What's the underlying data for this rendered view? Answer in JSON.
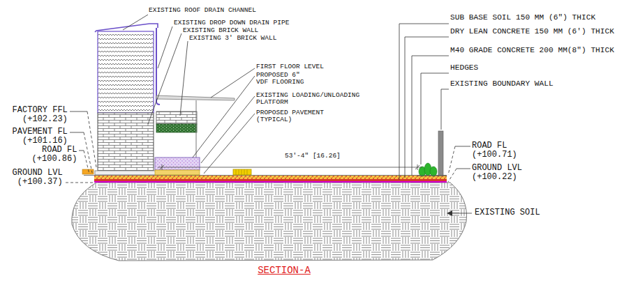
{
  "diagram": {
    "title": "SECTION-A",
    "labels": [
      "EXISTING ROOF DRAIN CHANNEL",
      "EXISTING DROP DOWN DRAIN PIPE",
      "EXISTING BRICK WALL",
      "EXISTING 3' BRICK WALL",
      "FIRST FLOOR LEVEL",
      "PROPOSED 6\" VDF FLOORING",
      "EXISTING LOADING/UNLOADING PLATFORM",
      "PROPOSED PAVEMENT (TYPICAL)",
      "53'-4\" [16.26]",
      "SUB BASE SOIL 150 MM (6\") THICK",
      "DRY LEAN CONCRETE 150 MM (6') THICK",
      "M40 GRADE CONCRETE 200 MM(8\") THICK",
      "HEDGES",
      "EXISTING BOUNDARY WALL",
      "FACTORY FFL (+102.23)",
      "PAVEMENT FL (+101.16)",
      "ROAD FL (+100.86)",
      "GROUND LVL (+100.37)",
      "ROAD FL (+100.71)",
      "GROUND LVL (+100.22)",
      "EXISTING SOIL"
    ]
  }
}
